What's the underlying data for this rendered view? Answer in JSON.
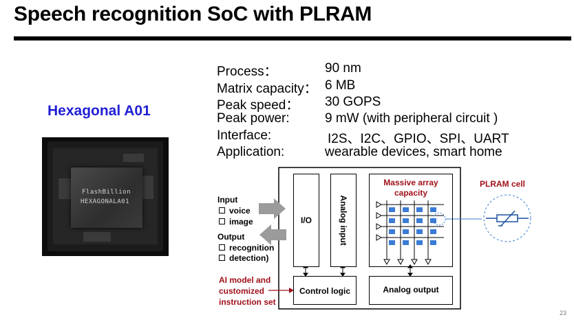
{
  "title": "Speech recognition SoC with PLRAM",
  "chip": {
    "name": "Hexagonal A01",
    "marking_line1": "FlashBillion",
    "marking_line2": "HEXAGONALA01"
  },
  "specs": [
    {
      "label": "Process：",
      "value": "90 nm"
    },
    {
      "label": "Matrix capacity：",
      "value": "6 MB"
    },
    {
      "label": "Peak speed：",
      "value": "30 GOPS"
    },
    {
      "label": "Peak power:",
      "value": "9 mW (with peripheral circuit )"
    },
    {
      "label": "Interface:",
      "value": "I2S、I2C、GPIO、SPI、UART"
    },
    {
      "label": "Application:",
      "value": "wearable devices, smart home"
    }
  ],
  "diagram": {
    "input_heading": "Input",
    "input_items": [
      "voice",
      "image"
    ],
    "output_heading": "Output",
    "output_items": [
      "recognition",
      "detection)"
    ],
    "io_block": "I/O",
    "analog_input_block": "Analog input",
    "array_title_line1": "Massive array",
    "array_title_line2": "capacity",
    "control_logic_block": "Control logic",
    "analog_output_block": "Analog output",
    "ai_model_line1": "AI  model  and",
    "ai_model_line2": "customized",
    "ai_model_line3": "instruction set",
    "plram_cell_label": "PLRAM cell"
  },
  "page_number": "23",
  "colors": {
    "chip_name": "#1f1fd6",
    "accent_red": "#a0101a",
    "array_blue": "#3a7bd5"
  }
}
